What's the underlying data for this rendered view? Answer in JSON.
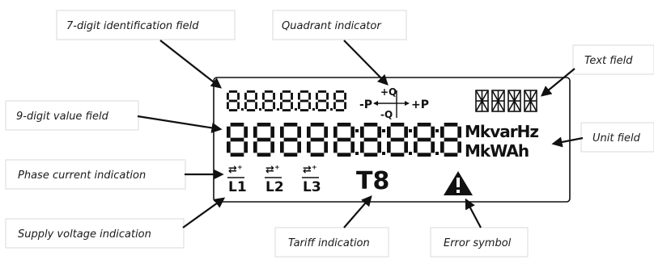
{
  "callouts": {
    "identification": "7-digit identification field",
    "quadrant": "Quadrant indicator",
    "text_field": "Text field",
    "value_field": "9-digit value field",
    "unit_field": "Unit field",
    "phase_current": "Phase current indication",
    "supply_voltage": "Supply voltage indication",
    "tariff": "Tariff indication",
    "error": "Error symbol"
  },
  "display": {
    "quadrant": {
      "minus_p": "-P",
      "plus_p": "+P",
      "plus_q": "+Q",
      "minus_q": "-Q"
    },
    "units": {
      "top": "MkvarHz",
      "bottom": "MkWAh"
    },
    "phases": [
      "L1",
      "L2",
      "L3"
    ],
    "tariff": "T8",
    "error_icon": "warning-triangle-icon",
    "colors": {
      "ink": "#111111"
    }
  }
}
